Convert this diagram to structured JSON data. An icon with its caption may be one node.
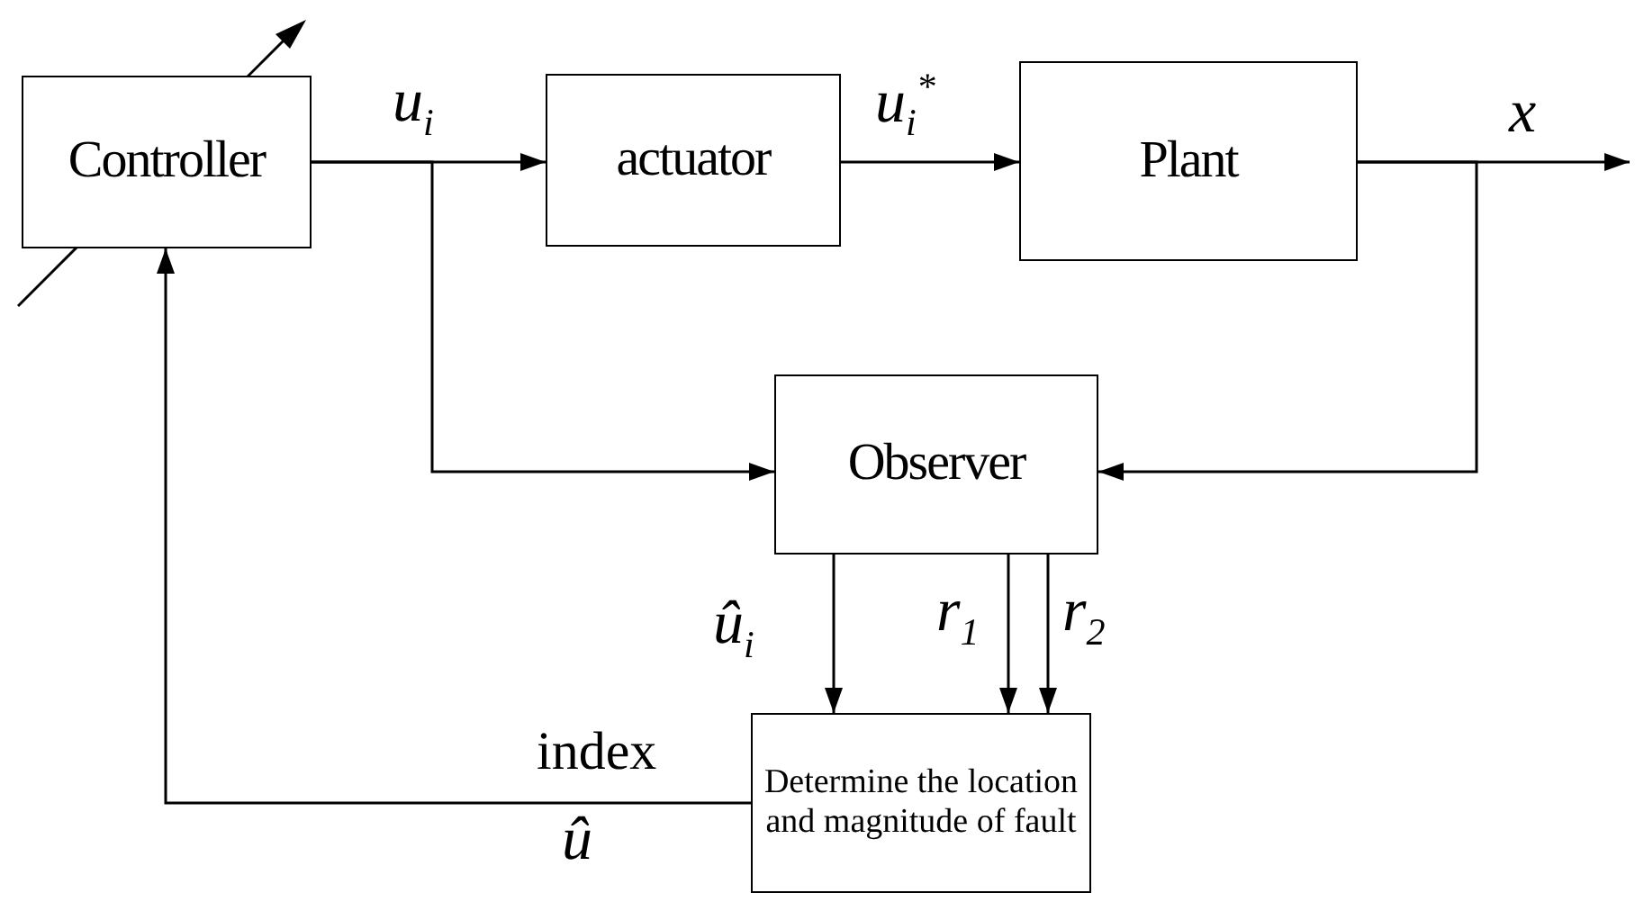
{
  "diagram": {
    "nodes": [
      {
        "text": [
          "Controller"
        ]
      },
      {
        "text": [
          "actuator"
        ]
      },
      {
        "text": [
          "Plant"
        ]
      },
      {
        "text": [
          "Observer"
        ]
      },
      {
        "text": [
          "Determine the location and magnitude of fault"
        ]
      }
    ],
    "edges": [
      {
        "from": 0,
        "to": 1,
        "arrow": "to",
        "label": "u$_{i}$"
      },
      {
        "from": 1,
        "to": 2,
        "arrow": "to",
        "label": "u$_{i}$$^{*}$"
      },
      {
        "from": 2,
        "to": null,
        "arrow": "to",
        "label": "x"
      },
      {
        "from": 0,
        "to": 3,
        "arrow": "to"
      },
      {
        "from": 2,
        "to": 3,
        "arrow": "to"
      },
      {
        "from": 3,
        "to": 4,
        "arrow": "to",
        "label": "û$_{i}$"
      },
      {
        "from": 3,
        "to": 4,
        "arrow": "to",
        "label": "r$_{1}$"
      },
      {
        "from": 3,
        "to": 4,
        "arrow": "to",
        "label": "r$_{2}$"
      },
      {
        "from": 4,
        "to": 0,
        "arrow": "to",
        "label": "index"
      }
    ],
    "labels": [
      "û"
    ]
  }
}
